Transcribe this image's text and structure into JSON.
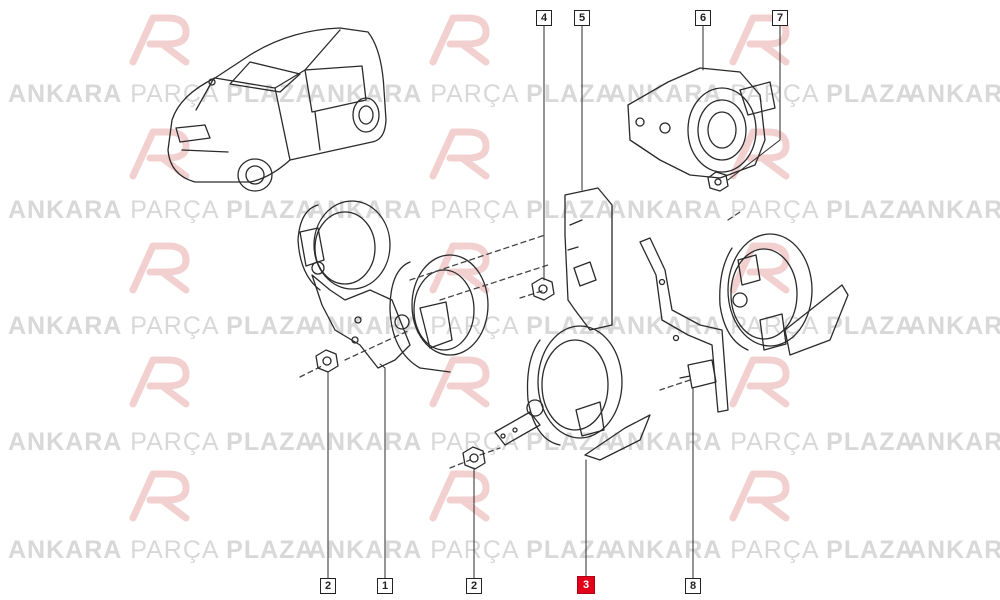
{
  "watermark": {
    "bold_left": "ANKARA",
    "light": "PARÇA",
    "bold_right": "PLAZA",
    "logo_glyph": "AP",
    "color": "#d8d8d8",
    "logo_color": "#f2d0d0"
  },
  "callouts": [
    {
      "id": "c1",
      "label": "1",
      "active": false
    },
    {
      "id": "c2a",
      "label": "2",
      "active": false
    },
    {
      "id": "c2b",
      "label": "2",
      "active": false
    },
    {
      "id": "c3",
      "label": "3",
      "active": true
    },
    {
      "id": "c4",
      "label": "4",
      "active": false
    },
    {
      "id": "c5",
      "label": "5",
      "active": false
    },
    {
      "id": "c6",
      "label": "6",
      "active": false
    },
    {
      "id": "c7",
      "label": "7",
      "active": false
    },
    {
      "id": "c8",
      "label": "8",
      "active": false
    }
  ],
  "colors": {
    "line": "#2a2a2a",
    "highlight": "#e3001b"
  }
}
